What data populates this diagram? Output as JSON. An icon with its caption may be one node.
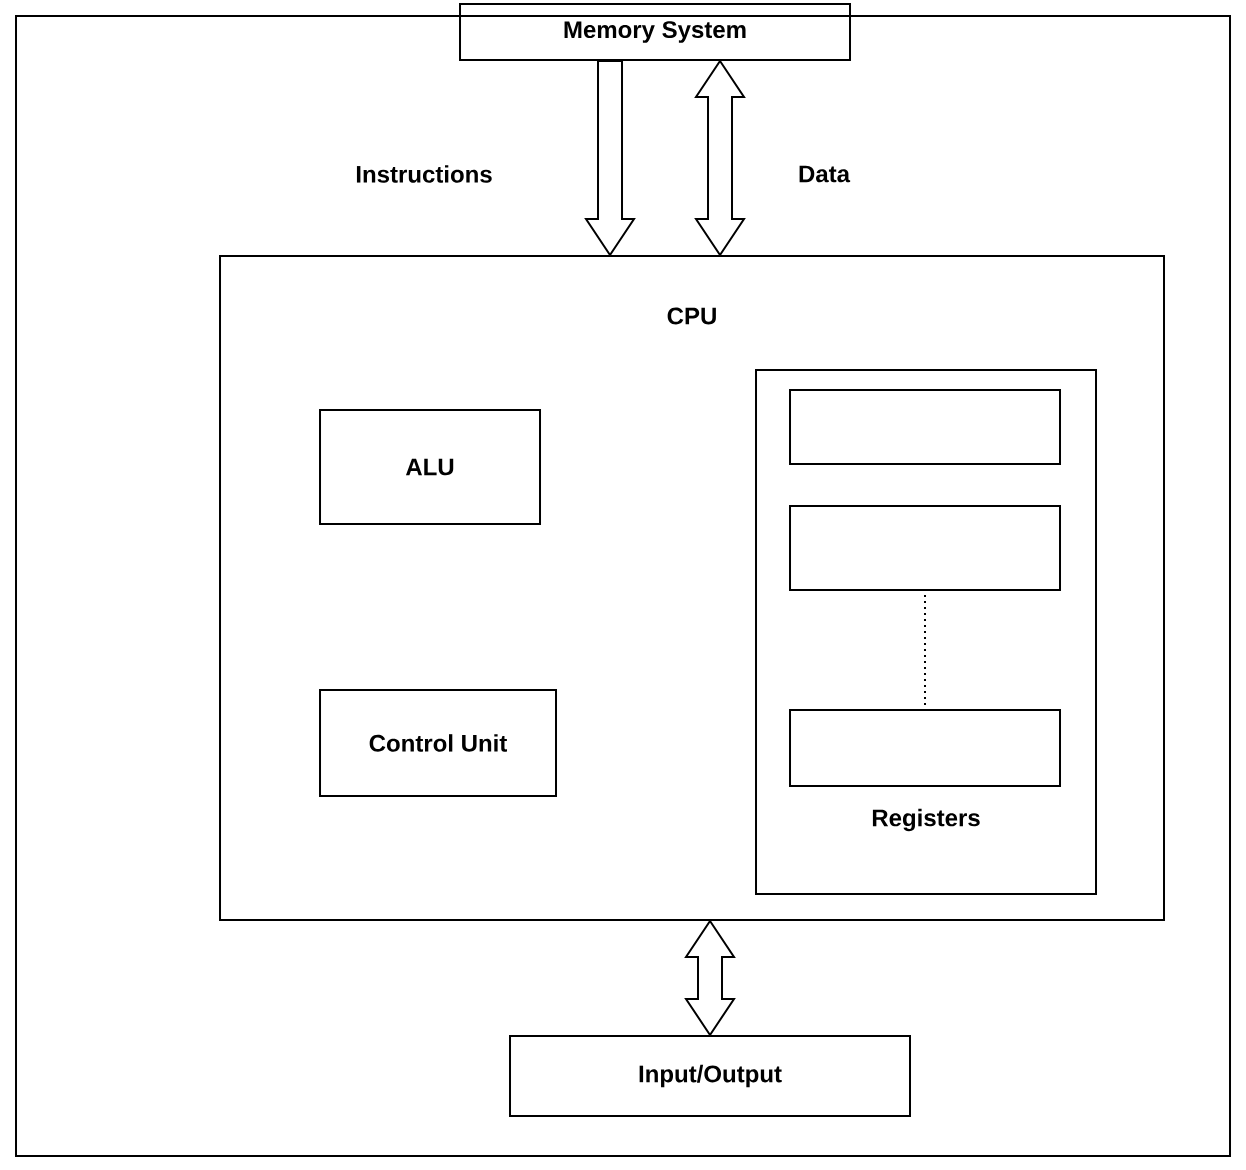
{
  "diagram": {
    "nodes": [
      {
        "text": [
          "Memory System"
        ]
      },
      {
        "text": [
          "CPU"
        ]
      },
      {
        "text": [
          "ALU"
        ],
        "in": 1
      },
      {
        "text": [
          "Control Unit"
        ],
        "in": 1
      },
      {
        "text": [
          "Registers"
        ],
        "in": 1
      },
      {
        "text": [],
        "shape": "box",
        "in": 4
      },
      {
        "text": [],
        "shape": "box",
        "in": 4
      },
      {
        "text": [],
        "shape": "box",
        "in": 4
      },
      {
        "text": [
          "Input/Output"
        ]
      }
    ],
    "edges": [
      {
        "from": 0,
        "to": 1,
        "arrow": "to",
        "label": "Instructions"
      },
      {
        "from": 0,
        "to": 1,
        "arrow": "both",
        "label": "Data"
      },
      {
        "from": 1,
        "to": 8,
        "arrow": "both"
      },
      {
        "from": 6,
        "to": 7,
        "arrow": "none",
        "style": "dashed"
      }
    ]
  }
}
